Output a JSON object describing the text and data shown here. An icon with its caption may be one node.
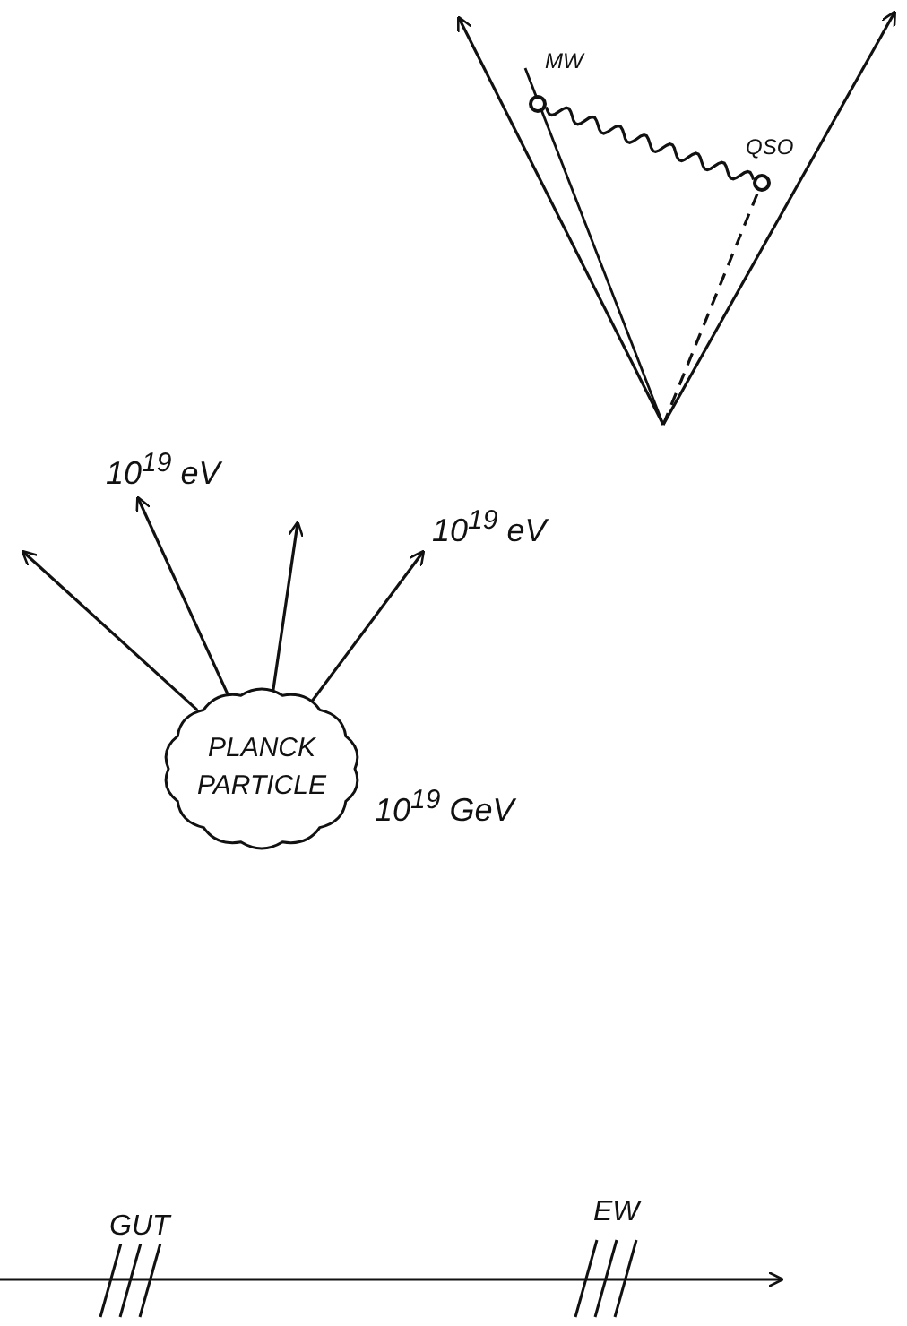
{
  "diagram": {
    "nodes": [
      {
        "text": [
          "MW"
        ]
      },
      {
        "text": [
          "QSO"
        ]
      },
      {
        "text": [
          "PLANCK PARTICLE"
        ],
        "beside": [
          "10$^{19}$ GeV"
        ]
      }
    ],
    "edges": [
      {
        "from": 1,
        "to": 0,
        "arrow": "none"
      },
      {
        "from": null,
        "to": 1,
        "arrow": "none",
        "style": "dashed"
      },
      {
        "from": 2,
        "to": null,
        "arrow": "to"
      },
      {
        "from": 2,
        "to": null,
        "arrow": "to",
        "label": "10$^{19}$ eV"
      },
      {
        "from": 2,
        "to": null,
        "arrow": "to"
      },
      {
        "from": 2,
        "to": null,
        "arrow": "to",
        "label": "10$^{19}$ eV"
      }
    ],
    "labels": [
      "GUT",
      "EW"
    ]
  }
}
